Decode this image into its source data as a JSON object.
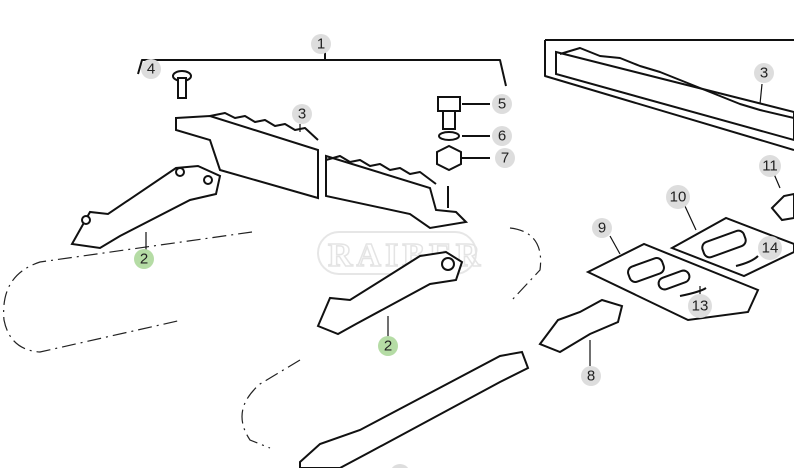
{
  "diagram": {
    "watermark": "RAIBER",
    "callouts": {
      "c1": "1",
      "c2a": "2",
      "c2b": "2",
      "c3a": "3",
      "c3b": "3",
      "c4": "4",
      "c5": "5",
      "c6": "6",
      "c7": "7",
      "c8": "8",
      "c9": "9",
      "c10": "10",
      "c11": "11",
      "c13": "13",
      "c14": "14"
    },
    "colors": {
      "highlight": "#b5dca5",
      "callout": "#dddddd"
    }
  }
}
